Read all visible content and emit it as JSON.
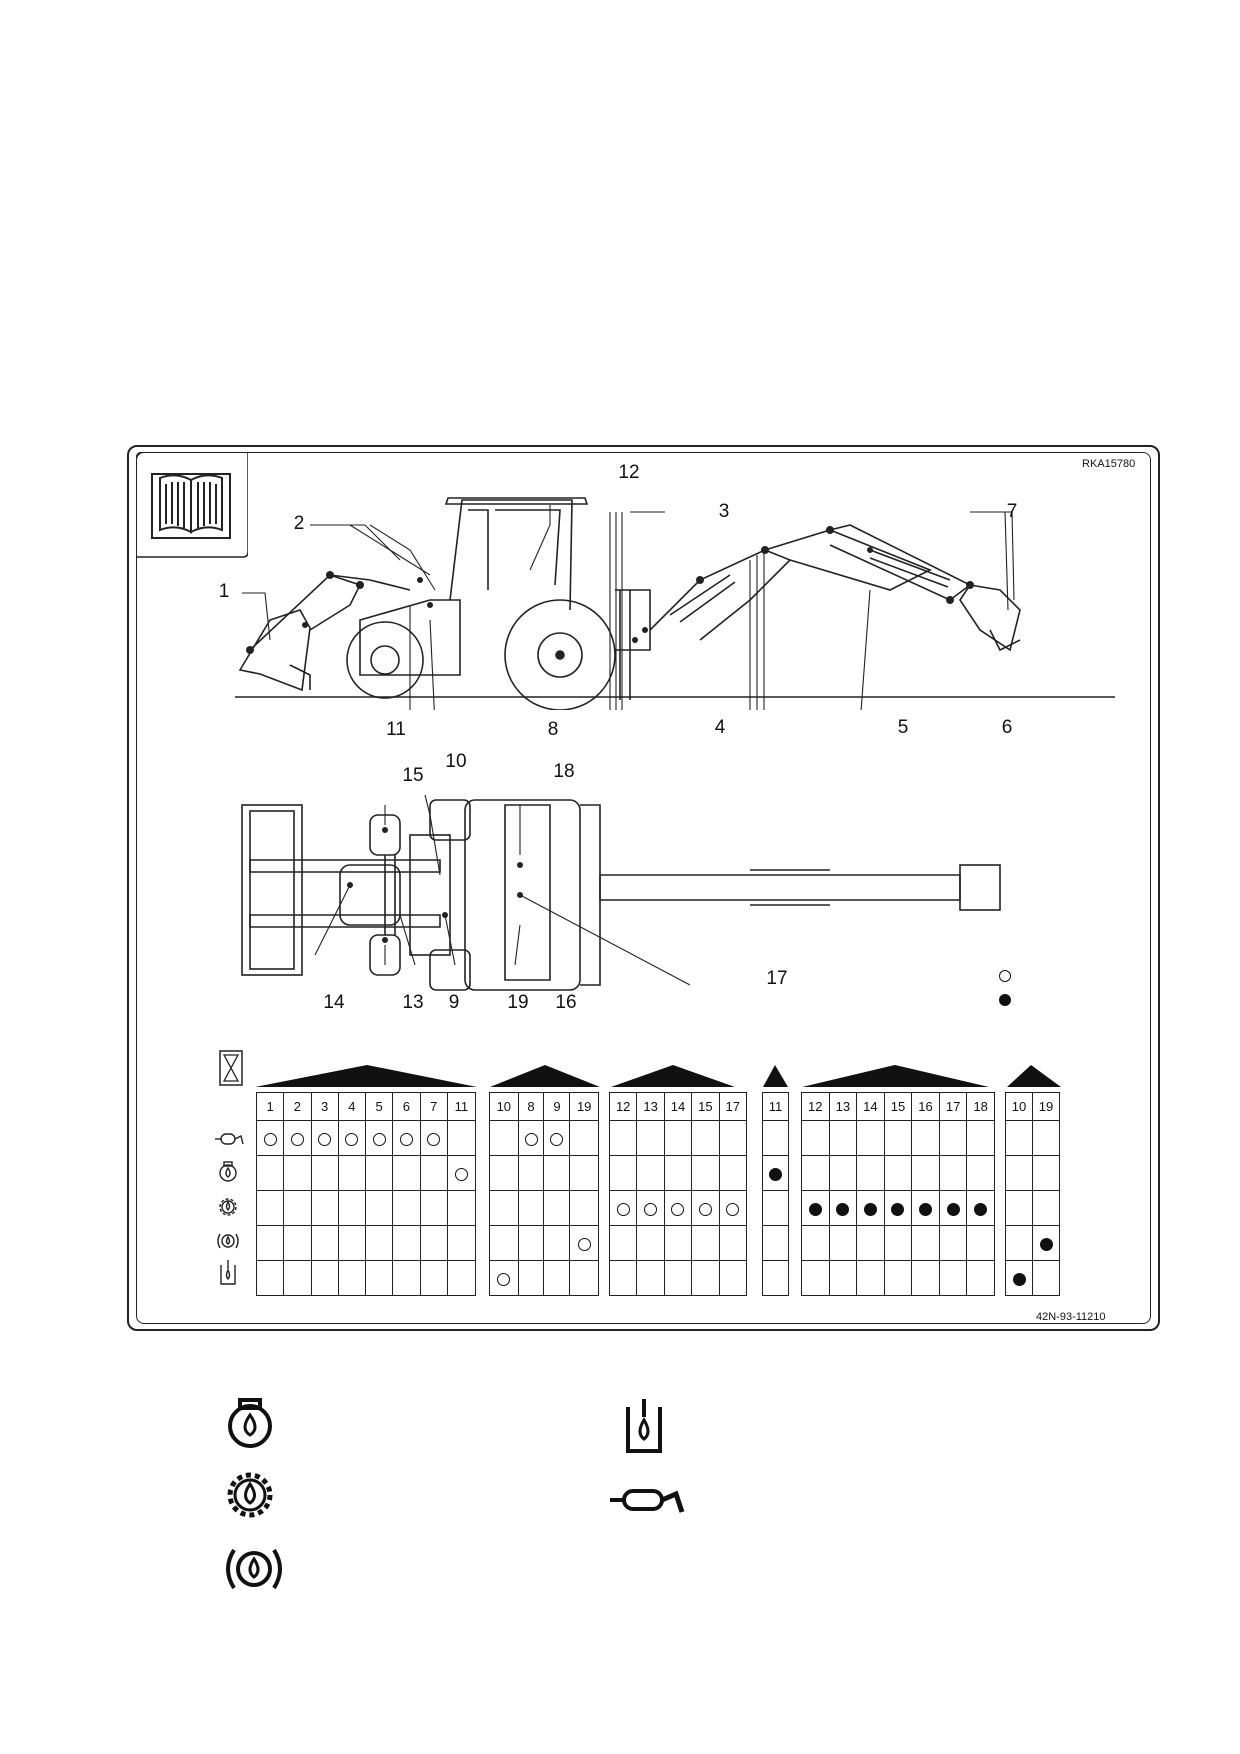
{
  "drawing_code": "RKA15780",
  "figure_number": "42N-93-11210",
  "callouts": {
    "c1": "1",
    "c2": "2",
    "c3": "3",
    "c4": "4",
    "c5": "5",
    "c6": "6",
    "c7": "7",
    "c8": "8",
    "c9": "9",
    "c10": "10",
    "c11": "11",
    "c12": "12",
    "c13": "13",
    "c14": "14",
    "c15": "15",
    "c16": "16",
    "c17": "17",
    "c18": "18",
    "c19": "19"
  },
  "service_icons": [
    "grease-gun-icon",
    "engine-oil-icon",
    "gear-oil-icon",
    "brake-oil-icon",
    "hydraulic-tank-icon"
  ],
  "schedule": {
    "groups": [
      {
        "columns": [
          "1",
          "2",
          "3",
          "4",
          "5",
          "6",
          "7",
          "11"
        ],
        "rows": [
          [
            1,
            1,
            1,
            1,
            1,
            1,
            1,
            0
          ],
          [
            0,
            0,
            0,
            0,
            0,
            0,
            0,
            1
          ],
          [
            0,
            0,
            0,
            0,
            0,
            0,
            0,
            0
          ],
          [
            0,
            0,
            0,
            0,
            0,
            0,
            0,
            0
          ],
          [
            0,
            0,
            0,
            0,
            0,
            0,
            0,
            0
          ]
        ]
      },
      {
        "columns": [
          "10",
          "8",
          "9",
          "19"
        ],
        "rows": [
          [
            0,
            1,
            1,
            0
          ],
          [
            0,
            0,
            0,
            0
          ],
          [
            0,
            0,
            0,
            0
          ],
          [
            0,
            0,
            0,
            1
          ],
          [
            1,
            0,
            0,
            0
          ]
        ]
      },
      {
        "columns": [
          "12",
          "13",
          "14",
          "15",
          "17"
        ],
        "rows": [
          [
            0,
            0,
            0,
            0,
            0
          ],
          [
            0,
            0,
            0,
            0,
            0
          ],
          [
            1,
            1,
            1,
            1,
            1
          ],
          [
            0,
            0,
            0,
            0,
            0
          ],
          [
            0,
            0,
            0,
            0,
            0
          ]
        ]
      },
      {
        "columns": [
          "11"
        ],
        "rows": [
          [
            0
          ],
          [
            2
          ],
          [
            0
          ],
          [
            0
          ],
          [
            0
          ]
        ]
      },
      {
        "columns": [
          "12",
          "13",
          "14",
          "15",
          "16",
          "17",
          "18"
        ],
        "rows": [
          [
            0,
            0,
            0,
            0,
            0,
            0,
            0
          ],
          [
            0,
            0,
            0,
            0,
            0,
            0,
            0
          ],
          [
            2,
            2,
            2,
            2,
            2,
            2,
            2
          ],
          [
            0,
            0,
            0,
            0,
            0,
            0,
            0
          ],
          [
            0,
            0,
            0,
            0,
            0,
            0,
            0
          ]
        ]
      },
      {
        "columns": [
          "10",
          "19"
        ],
        "rows": [
          [
            0,
            0
          ],
          [
            0,
            0
          ],
          [
            0,
            0
          ],
          [
            0,
            2
          ],
          [
            2,
            0
          ]
        ]
      }
    ]
  },
  "legend_icons": [
    "engine-oil-icon",
    "gear-oil-icon",
    "brake-oil-icon",
    "hydraulic-tank-icon",
    "grease-gun-icon"
  ]
}
